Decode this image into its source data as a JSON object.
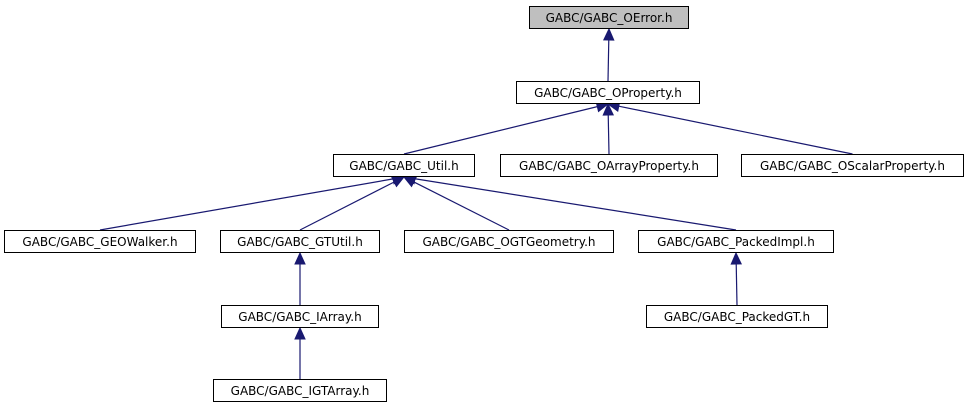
{
  "diagram": {
    "colors": {
      "edge": "#191970",
      "node_border": "#000000",
      "root_fill": "#bfbfbf",
      "node_fill": "#ffffff"
    },
    "nodes": {
      "oerror": "GABC/GABC_OError.h",
      "oproperty": "GABC/GABC_OProperty.h",
      "util": "GABC/GABC_Util.h",
      "oarrayproperty": "GABC/GABC_OArrayProperty.h",
      "oscalarproperty": "GABC/GABC_OScalarProperty.h",
      "geowalker": "GABC/GABC_GEOWalker.h",
      "gtutil": "GABC/GABC_GTUtil.h",
      "ogtgeometry": "GABC/GABC_OGTGeometry.h",
      "packedimpl": "GABC/GABC_PackedImpl.h",
      "iarray": "GABC/GABC_IArray.h",
      "packedgt": "GABC/GABC_PackedGT.h",
      "igtarray": "GABC/GABC_IGTArray.h"
    },
    "edges": [
      {
        "from": "oproperty",
        "to": "oerror"
      },
      {
        "from": "util",
        "to": "oproperty"
      },
      {
        "from": "oarrayproperty",
        "to": "oproperty"
      },
      {
        "from": "oscalarproperty",
        "to": "oproperty"
      },
      {
        "from": "geowalker",
        "to": "util"
      },
      {
        "from": "gtutil",
        "to": "util"
      },
      {
        "from": "ogtgeometry",
        "to": "util"
      },
      {
        "from": "packedimpl",
        "to": "util"
      },
      {
        "from": "iarray",
        "to": "gtutil"
      },
      {
        "from": "packedgt",
        "to": "packedimpl"
      },
      {
        "from": "igtarray",
        "to": "iarray"
      }
    ]
  }
}
